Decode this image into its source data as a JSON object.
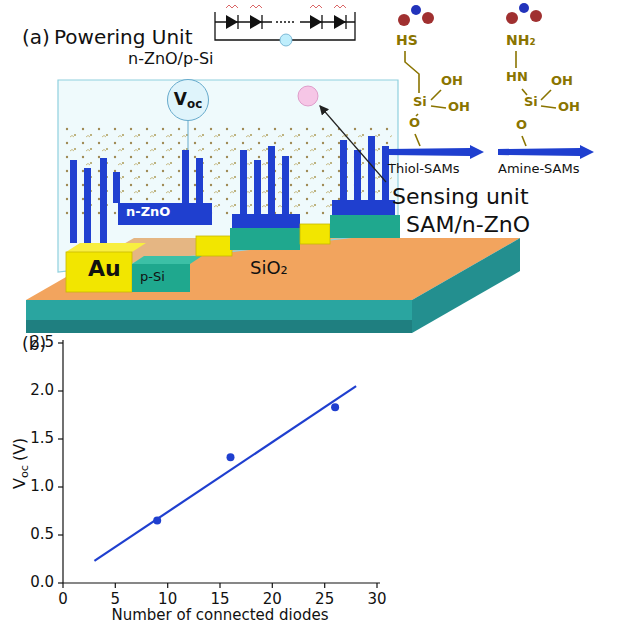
{
  "diagram": {
    "nodes": [
      {
        "text": [
          "V",
          "oc"
        ]
      },
      {
        "text": [
          "Thiol-SAMs"
        ]
      },
      {
        "text": [
          "Amine-SAMs"
        ]
      }
    ],
    "labels": [
      "(a)",
      "Powering Unit",
      "n-ZnO/p-Si",
      "Au",
      "p-Si",
      "n-ZnO",
      "SiO₂",
      "Sensing unit",
      "SAM/n-ZnO",
      "HS",
      "Si",
      "OH",
      "OH",
      "O",
      "NH₂",
      "HN",
      "Si",
      "OH",
      "OH",
      "O",
      "(b)",
      "2.5",
      "2.0",
      "1.5",
      "1.0",
      "0.5",
      "0.0",
      "0",
      "5",
      "10",
      "15",
      "20",
      "25",
      "30",
      "V",
      "oc",
      "(V)",
      "Number of connected diodes"
    ]
  }
}
